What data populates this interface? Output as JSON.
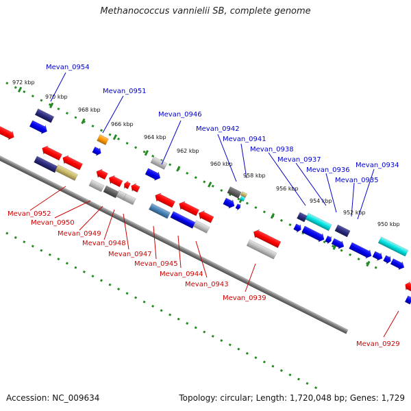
{
  "title": "Methanococcus vannielii SB, complete genome",
  "footer": {
    "accession": "Accession: NC_009634",
    "topology": "Topology: circular; Length: 1,720,048 bp; Genes: 1,729"
  },
  "scale_labels": [
    "972 kbp",
    "970 kbp",
    "968 kbp",
    "966 kbp",
    "964 kbp",
    "962 kbp",
    "960 kbp",
    "958 kbp",
    "956 kbp",
    "954 kbp",
    "952 kbp",
    "950 kbp"
  ],
  "genes_forward": [
    "Mevan_0954",
    "Mevan_0951",
    "Mevan_0946",
    "Mevan_0942",
    "Mevan_0941",
    "Mevan_0938",
    "Mevan_0937",
    "Mevan_0936",
    "Mevan_0935",
    "Mevan_0934"
  ],
  "genes_reverse": [
    "Mevan_0952",
    "Mevan_0950",
    "Mevan_0949",
    "Mevan_0948",
    "Mevan_0947",
    "Mevan_0945",
    "Mevan_0944",
    "Mevan_0943",
    "Mevan_0939",
    "Mevan_0929"
  ],
  "colors": {
    "forward_label": "#0000cc",
    "reverse_label": "#cc0000",
    "backbone": "#888888",
    "scale_ticks": "#228b22"
  }
}
